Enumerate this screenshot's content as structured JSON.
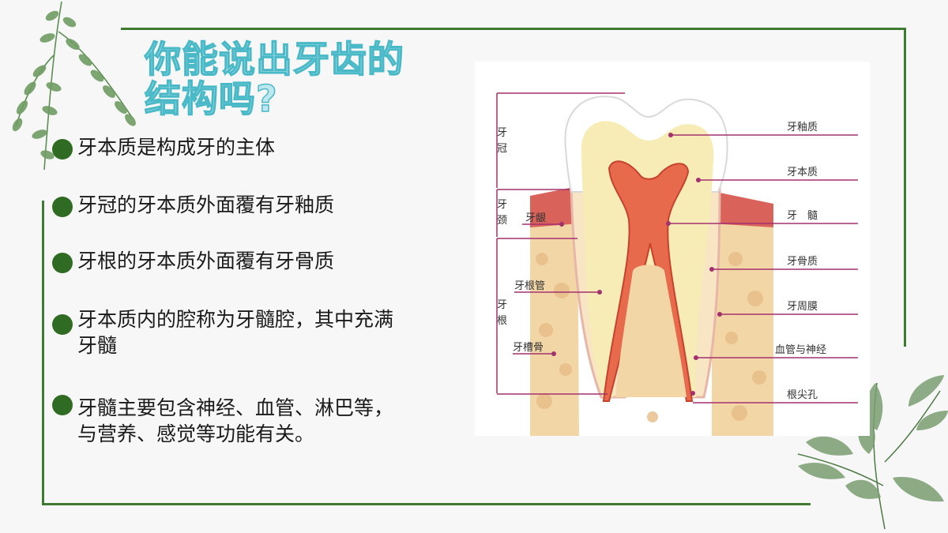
{
  "slide": {
    "title_line1": "你能说出牙齿的",
    "title_line2": "结构吗?",
    "accent_color": "#3f7a32",
    "title_color": "#49b9c7"
  },
  "bullets": [
    {
      "lines": [
        "牙本质是构成牙的主体"
      ]
    },
    {
      "lines": [
        "牙冠的牙本质外面覆有牙釉质"
      ]
    },
    {
      "lines": [
        "牙根的牙本质外面覆有牙骨质"
      ]
    },
    {
      "lines": [
        "牙本质内的腔称为牙髓腔，其中充满",
        "牙髓"
      ]
    },
    {
      "lines": [
        "牙髓主要包含神经、血管、淋巴等，",
        "与营养、感觉等功能有关。"
      ]
    }
  ],
  "diagram": {
    "left_labels": {
      "crown": [
        "牙",
        "冠"
      ],
      "neck": [
        "牙",
        "颈"
      ],
      "root": [
        "牙",
        "根"
      ],
      "gum": "牙龈",
      "root_canal": "牙根管",
      "alveolar_bone": "牙槽骨"
    },
    "right_labels": {
      "enamel": "牙釉质",
      "dentin": "牙本质",
      "pulp": "牙　髓",
      "cementum": "牙骨质",
      "periodontal": "牙周膜",
      "vessels_nerves": "血管与神经",
      "apical_foramen": "根尖孔"
    }
  }
}
